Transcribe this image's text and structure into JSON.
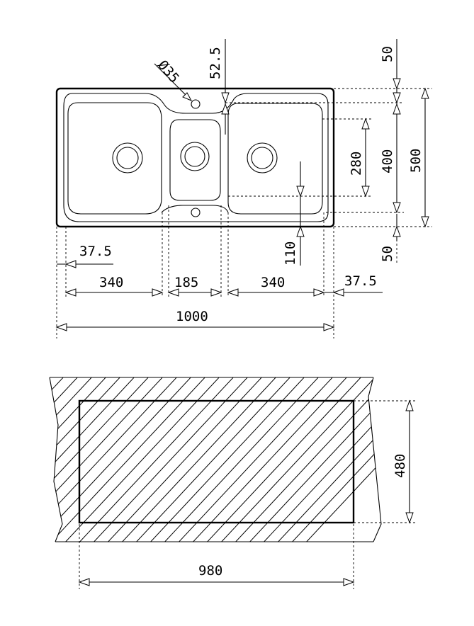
{
  "sink_top_view": {
    "dimensions": {
      "hole_diameter": "Ø35",
      "hole_offset": "52.5",
      "margin_top": "50",
      "margin_bottom": "50",
      "bowl_depth": "280",
      "inner_depth": "400",
      "overall_depth": "500",
      "drain_offset": "110",
      "edge_left": "37.5",
      "edge_right": "37.5",
      "left_bowl_width": "340",
      "middle_bowl_width": "185",
      "right_bowl_width": "340",
      "overall_width": "1000"
    }
  },
  "cutout_view": {
    "dimensions": {
      "cutout_height": "480",
      "cutout_width": "980"
    }
  }
}
